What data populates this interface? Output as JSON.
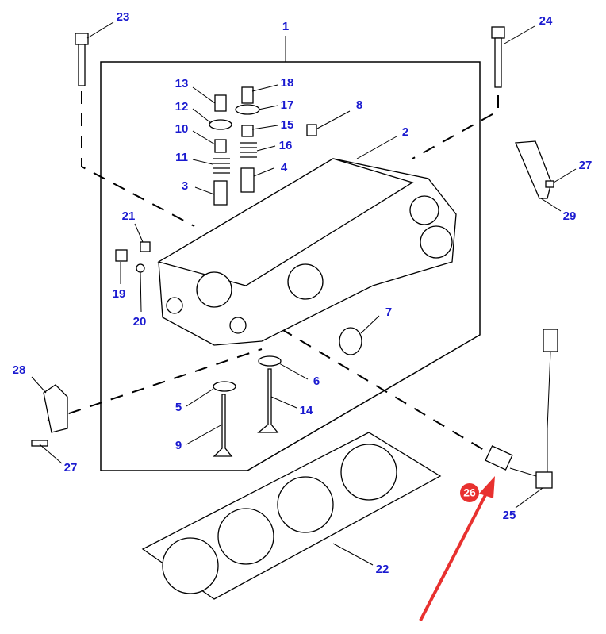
{
  "callouts": {
    "c1": "1",
    "c2": "2",
    "c3": "3",
    "c4": "4",
    "c5": "5",
    "c6": "6",
    "c7": "7",
    "c8": "8",
    "c9": "9",
    "c10": "10",
    "c11": "11",
    "c12": "12",
    "c13": "13",
    "c14": "14",
    "c15": "15",
    "c16": "16",
    "c17": "17",
    "c18": "18",
    "c19": "19",
    "c20": "20",
    "c21": "21",
    "c22": "22",
    "c23": "23",
    "c24": "24",
    "c25": "25",
    "c27a": "27",
    "c27b": "27",
    "c28": "28",
    "c29": "29"
  },
  "highlight": {
    "label": "26",
    "color": "#e8312f"
  },
  "colors": {
    "callout": "#1a1ad0",
    "arrow": "#e8312f"
  }
}
